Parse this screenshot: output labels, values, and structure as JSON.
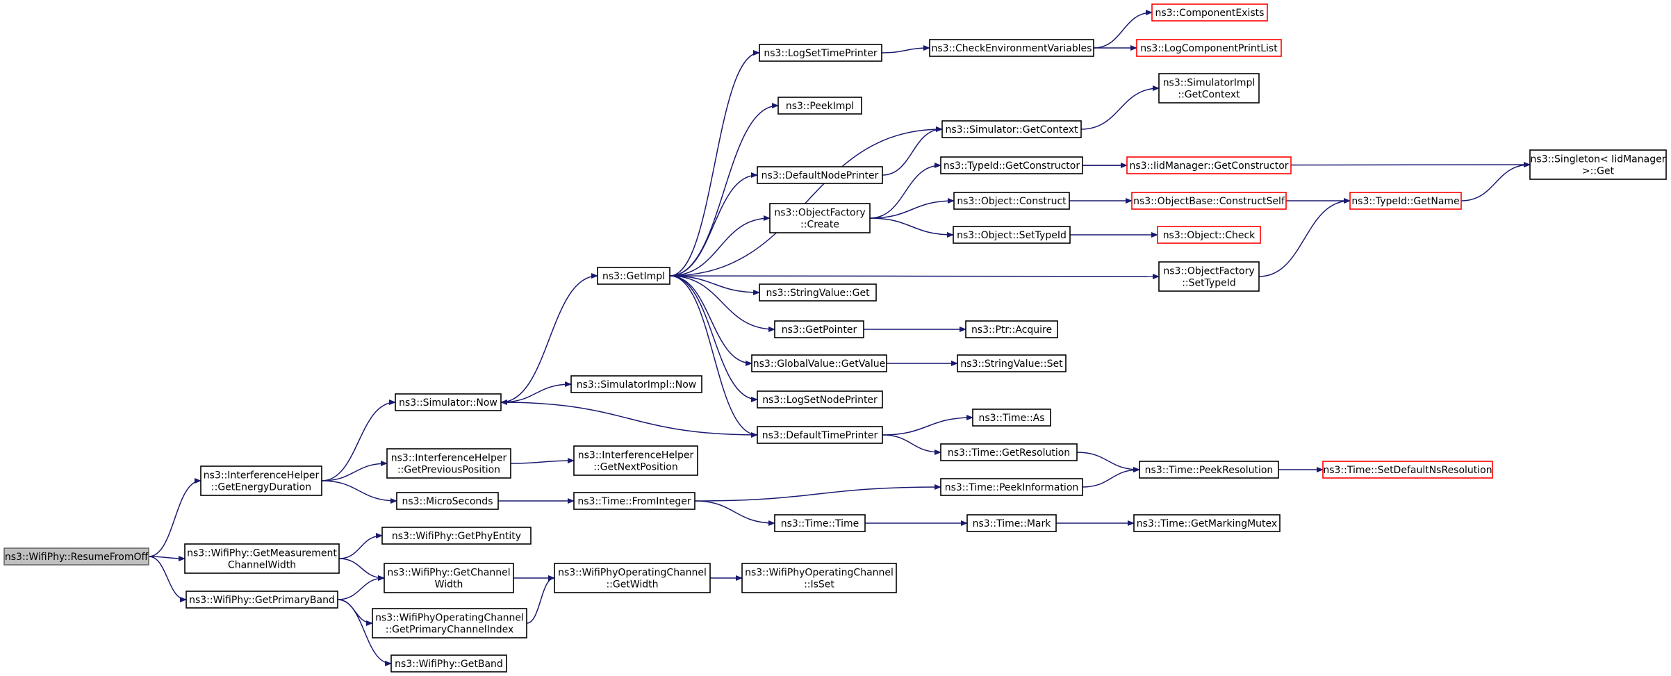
{
  "diagram": {
    "colors": {
      "edge": "#191970",
      "root_fill": "#bfbfbf",
      "external_border": "#ff0000",
      "node_border": "#000000"
    },
    "nodes": [
      {
        "id": "resume",
        "lines": [
          "ns3::WifiPhy::ResumeFromOff"
        ],
        "kind": "root"
      },
      {
        "id": "geted",
        "lines": [
          "ns3::InterferenceHelper",
          "::GetEnergyDuration"
        ]
      },
      {
        "id": "getmcw",
        "lines": [
          "ns3::WifiPhy::GetMeasurement",
          "ChannelWidth"
        ]
      },
      {
        "id": "getpb",
        "lines": [
          "ns3::WifiPhy::GetPrimaryBand"
        ]
      },
      {
        "id": "simnow",
        "lines": [
          "ns3::Simulator::Now"
        ]
      },
      {
        "id": "ihprev",
        "lines": [
          "ns3::InterferenceHelper",
          "::GetPreviousPosition"
        ]
      },
      {
        "id": "micro",
        "lines": [
          "ns3::MicroSeconds"
        ]
      },
      {
        "id": "physent",
        "lines": [
          "ns3::WifiPhy::GetPhyEntity"
        ]
      },
      {
        "id": "chw",
        "lines": [
          "ns3::WifiPhy::GetChannel",
          "Width"
        ]
      },
      {
        "id": "opcidx",
        "lines": [
          "ns3::WifiPhyOperatingChannel",
          "::GetPrimaryChannelIndex"
        ]
      },
      {
        "id": "getband",
        "lines": [
          "ns3::WifiPhy::GetBand"
        ]
      },
      {
        "id": "getimpl",
        "lines": [
          "ns3::GetImpl"
        ]
      },
      {
        "id": "simimplnow",
        "lines": [
          "ns3::SimulatorImpl::Now"
        ]
      },
      {
        "id": "ihnext",
        "lines": [
          "ns3::InterferenceHelper",
          "::GetNextPosition"
        ]
      },
      {
        "id": "fromint",
        "lines": [
          "ns3::Time::FromInteger"
        ]
      },
      {
        "id": "opwidth",
        "lines": [
          "ns3::WifiPhyOperatingChannel",
          "::GetWidth"
        ]
      },
      {
        "id": "isset",
        "lines": [
          "ns3::WifiPhyOperatingChannel",
          "::IsSet"
        ]
      },
      {
        "id": "logstp",
        "lines": [
          "ns3::LogSetTimePrinter"
        ]
      },
      {
        "id": "peekimpl",
        "lines": [
          "ns3::PeekImpl"
        ]
      },
      {
        "id": "dnp",
        "lines": [
          "ns3::DefaultNodePrinter"
        ]
      },
      {
        "id": "ofcreate",
        "lines": [
          "ns3::ObjectFactory",
          "::Create"
        ]
      },
      {
        "id": "svget",
        "lines": [
          "ns3::StringValue::Get"
        ]
      },
      {
        "id": "getptr",
        "lines": [
          "ns3::GetPointer"
        ]
      },
      {
        "id": "gvget",
        "lines": [
          "ns3::GlobalValue::GetValue"
        ]
      },
      {
        "id": "logsnp",
        "lines": [
          "ns3::LogSetNodePrinter"
        ]
      },
      {
        "id": "dtp",
        "lines": [
          "ns3::DefaultTimePrinter"
        ]
      },
      {
        "id": "timetime",
        "lines": [
          "ns3::Time::Time"
        ]
      },
      {
        "id": "cev",
        "lines": [
          "ns3::CheckEnvironmentVariables"
        ]
      },
      {
        "id": "simgetctx",
        "lines": [
          "ns3::Simulator::GetContext"
        ]
      },
      {
        "id": "tidgetc",
        "lines": [
          "ns3::TypeId::GetConstructor"
        ]
      },
      {
        "id": "objcon",
        "lines": [
          "ns3::Object::Construct"
        ]
      },
      {
        "id": "objsettid",
        "lines": [
          "ns3::Object::SetTypeId"
        ]
      },
      {
        "id": "ptracq",
        "lines": [
          "ns3::Ptr::Acquire"
        ]
      },
      {
        "id": "svset",
        "lines": [
          "ns3::StringValue::Set"
        ]
      },
      {
        "id": "timeas",
        "lines": [
          "ns3::Time::As"
        ]
      },
      {
        "id": "timegetres",
        "lines": [
          "ns3::Time::GetResolution"
        ]
      },
      {
        "id": "peekinfo",
        "lines": [
          "ns3::Time::PeekInformation"
        ]
      },
      {
        "id": "timemark",
        "lines": [
          "ns3::Time::Mark"
        ]
      },
      {
        "id": "compexists",
        "lines": [
          "ns3::ComponentExists"
        ],
        "kind": "ext"
      },
      {
        "id": "logcpl",
        "lines": [
          "ns3::LogComponentPrintList"
        ],
        "kind": "ext"
      },
      {
        "id": "simimplctx",
        "lines": [
          "ns3::SimulatorImpl",
          "::GetContext"
        ]
      },
      {
        "id": "iidgetc",
        "lines": [
          "ns3::IidManager::GetConstructor"
        ],
        "kind": "ext"
      },
      {
        "id": "obconself",
        "lines": [
          "ns3::ObjectBase::ConstructSelf"
        ],
        "kind": "ext"
      },
      {
        "id": "objcheck",
        "lines": [
          "ns3::Object::Check"
        ],
        "kind": "ext"
      },
      {
        "id": "ofsettid",
        "lines": [
          "ns3::ObjectFactory",
          "::SetTypeId"
        ]
      },
      {
        "id": "peekres",
        "lines": [
          "ns3::Time::PeekResolution"
        ]
      },
      {
        "id": "getmm",
        "lines": [
          "ns3::Time::GetMarkingMutex"
        ]
      },
      {
        "id": "tidgetname",
        "lines": [
          "ns3::TypeId::GetName"
        ],
        "kind": "ext"
      },
      {
        "id": "setdefns",
        "lines": [
          "ns3::Time::SetDefaultNsResolution"
        ],
        "kind": "ext"
      },
      {
        "id": "singleton",
        "lines": [
          "ns3::Singleton< IidManager",
          " >::Get"
        ]
      }
    ]
  }
}
